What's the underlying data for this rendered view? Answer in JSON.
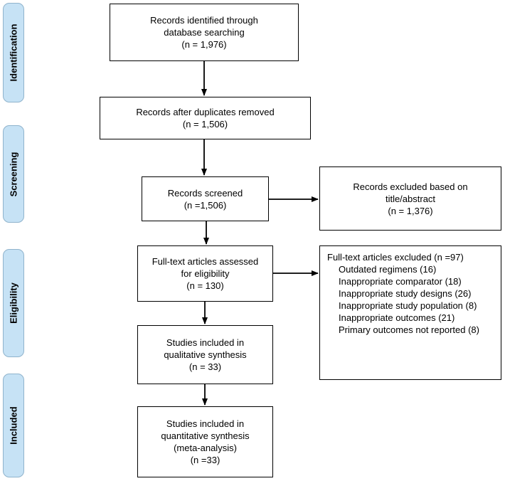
{
  "phases": [
    "Identification",
    "Screening",
    "Eligibility",
    "Included"
  ],
  "boxes": {
    "identified": [
      "Records identified through",
      "database searching",
      "(n = 1,976)"
    ],
    "deduplicated": [
      "Records after duplicates removed",
      "(n = 1,506)"
    ],
    "screened": [
      "Records screened",
      "(n =1,506)"
    ],
    "excluded_title": [
      "Records excluded based on",
      "title/abstract",
      "(n = 1,376)"
    ],
    "fulltext": [
      "Full-text articles assessed",
      "for eligibility",
      "(n = 130)"
    ],
    "qualitative": [
      "Studies included in",
      "qualitative synthesis",
      "(n = 33)"
    ],
    "quantitative": [
      "Studies included in",
      "quantitative synthesis",
      "(meta-analysis)",
      "(n =33)"
    ]
  },
  "excluded_fulltext": {
    "heading": "Full-text articles excluded (n =97)",
    "items": [
      "Outdated regimens (16)",
      "Inappropriate comparator (18)",
      "Inappropriate study designs (26)",
      "Inappropriate study population (8)",
      "Inappropriate outcomes (21)",
      "Primary outcomes not reported (8)"
    ]
  }
}
